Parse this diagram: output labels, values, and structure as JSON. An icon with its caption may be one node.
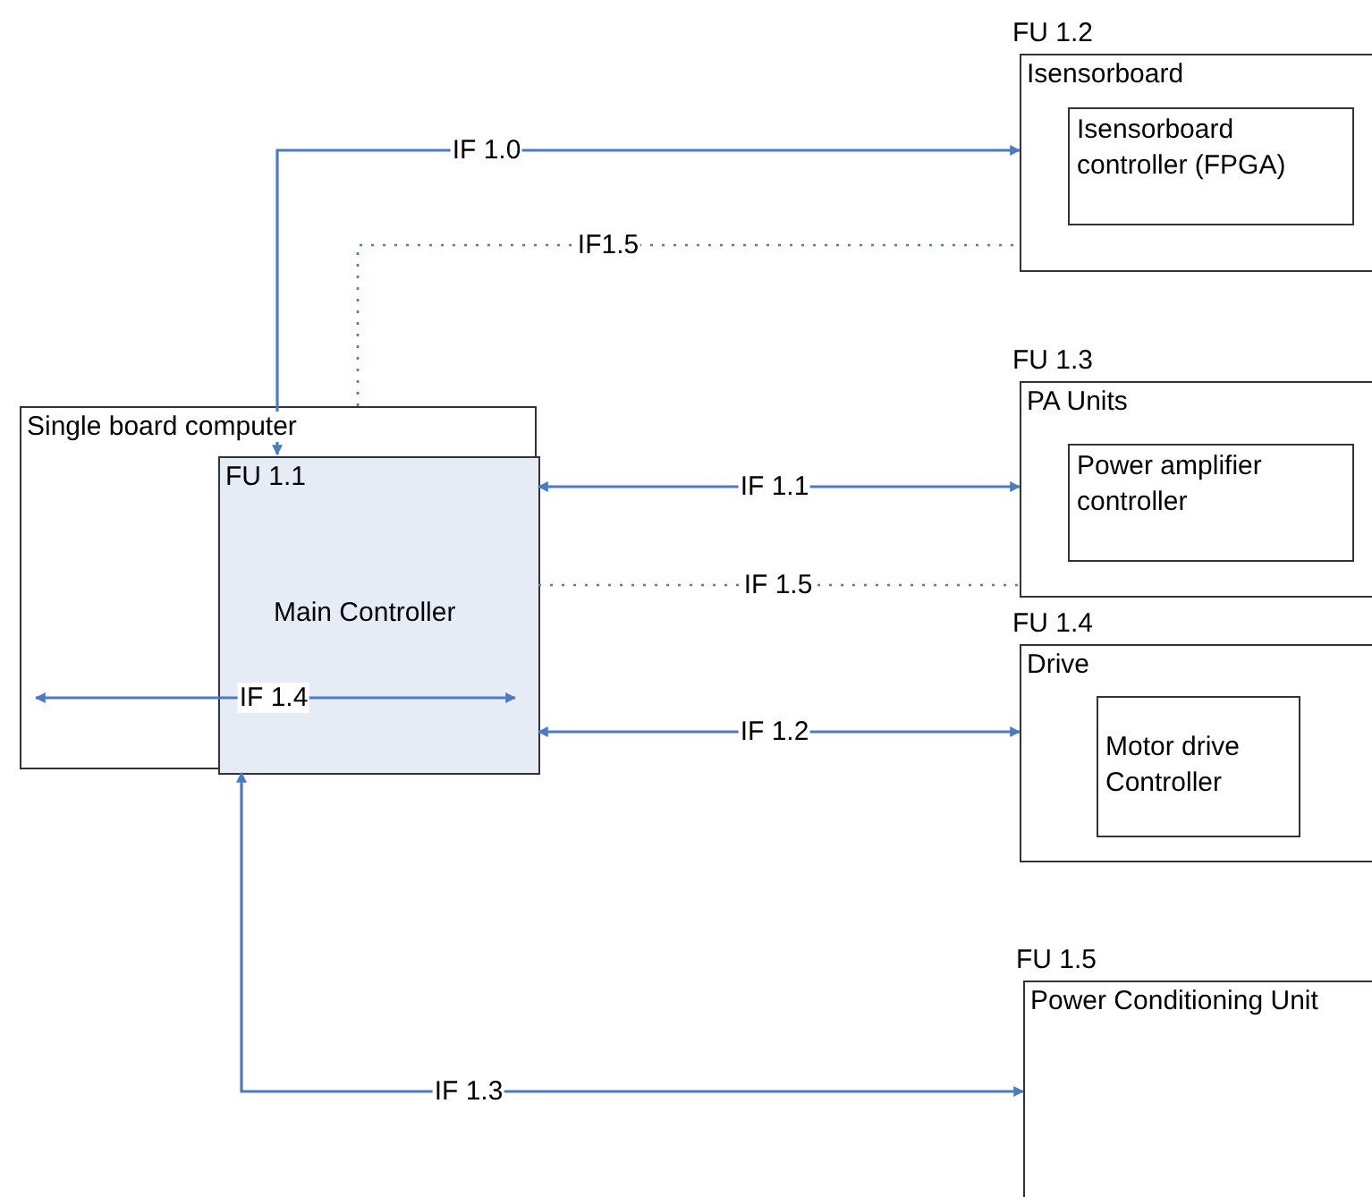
{
  "diagram": {
    "nodes": [
      {
        "text": [
          "Single board computer"
        ]
      },
      {
        "text": [
          "FU 1.1",
          "Main Controller"
        ],
        "in": 0
      },
      {
        "text": [
          "FU 1.2",
          "Isensorboard"
        ]
      },
      {
        "text": [
          "Isensorboard controller (FPGA)"
        ],
        "in": 2
      },
      {
        "text": [
          "FU 1.3",
          "PA Units"
        ]
      },
      {
        "text": [
          "Power amplifier controller"
        ],
        "in": 4
      },
      {
        "text": [
          "FU 1.4",
          "Drive"
        ]
      },
      {
        "text": [
          "Motor drive Controller"
        ],
        "in": 6
      },
      {
        "text": [
          "FU 1.5",
          "Power Conditioning Unit"
        ]
      }
    ],
    "edges": [
      {
        "from": 1,
        "to": 2,
        "arrow": "both",
        "label": "IF 1.0"
      },
      {
        "from": 0,
        "to": 2,
        "arrow": "none",
        "label": "IF1.5",
        "style": "dashed"
      },
      {
        "from": 1,
        "to": 4,
        "arrow": "both",
        "label": "IF 1.1"
      },
      {
        "from": 1,
        "to": 4,
        "arrow": "none",
        "label": "IF 1.5",
        "style": "dashed"
      },
      {
        "from": 0,
        "to": 1,
        "arrow": "both",
        "label": "IF 1.4"
      },
      {
        "from": 1,
        "to": 6,
        "arrow": "both",
        "label": "IF 1.2"
      },
      {
        "from": 1,
        "to": 8,
        "arrow": "both",
        "label": "IF 1.3"
      }
    ]
  }
}
